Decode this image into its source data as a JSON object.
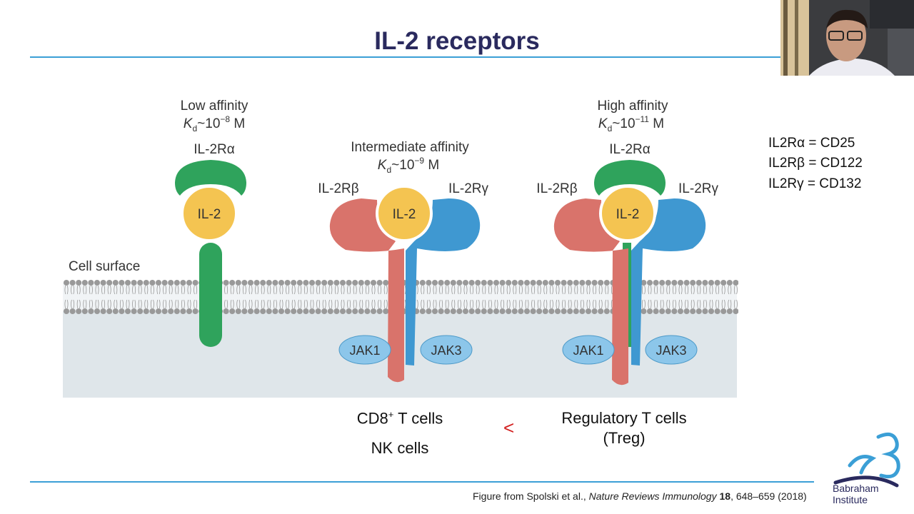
{
  "title": "IL-2 receptors",
  "diagram": {
    "low": {
      "affinity": "Low affinity",
      "kd_k": "K",
      "kd_sub": "d",
      "kd_mid": "~10",
      "kd_exp": "−8",
      "kd_unit": " M",
      "receptor_alpha": "IL-2Rα"
    },
    "intermediate": {
      "affinity": "Intermediate affinity",
      "kd_k": "K",
      "kd_sub": "d",
      "kd_mid": "~10",
      "kd_exp": "−9",
      "kd_unit": " M",
      "receptor_beta": "IL-2Rβ",
      "receptor_gamma": "IL-2Rγ"
    },
    "high": {
      "affinity": "High affinity",
      "kd_k": "K",
      "kd_sub": "d",
      "kd_mid": "~10",
      "kd_exp": "−11",
      "kd_unit": " M",
      "receptor_alpha": "IL-2Rα",
      "receptor_beta": "IL-2Rβ",
      "receptor_gamma": "IL-2Rγ"
    },
    "ligand": "IL-2",
    "jak1": "JAK1",
    "jak3": "JAK3",
    "cell_surface": "Cell surface",
    "colors": {
      "alpha": "#2fa35c",
      "beta": "#d9736b",
      "gamma": "#3f98d1",
      "il2": "#f4c451",
      "jak": "#8cc6ea",
      "cytoplasm": "#dfe6ea",
      "membrane": "#999999"
    }
  },
  "side_notes": [
    "IL2Rα = CD25",
    "IL2Rβ = CD122",
    "IL2Rγ = CD132"
  ],
  "captions": {
    "cd8_pre": "CD8",
    "cd8_sup": "+",
    "cd8_post": " T cells",
    "nk": "NK cells",
    "less_than": "<",
    "treg1": "Regulatory T cells",
    "treg2": "(Treg)"
  },
  "footer": {
    "prefix": "Figure from Spolski et al., ",
    "journal": "Nature Reviews Immunology",
    "space": " ",
    "volume": "18",
    "pages": ", 648–659 (2018)"
  },
  "logo": {
    "line1": "Babraham",
    "line2": "Institute"
  }
}
